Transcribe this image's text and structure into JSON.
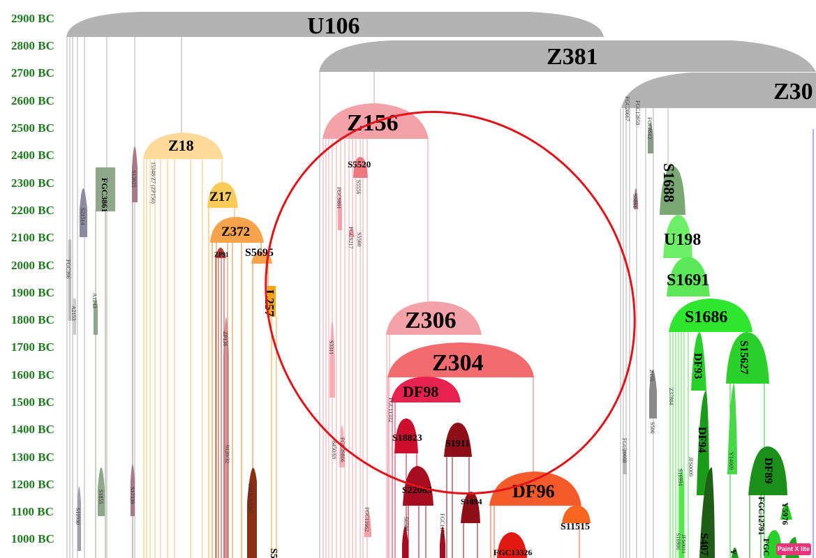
{
  "axis": {
    "labels": [
      "2900 BC",
      "2800 BC",
      "2700 BC",
      "2600 BC",
      "2500 BC",
      "2400 BC",
      "2300 BC",
      "2200 BC",
      "2100 BC",
      "2000 BC",
      "1900 BC",
      "1800 BC",
      "1700 BC",
      "1600 BC",
      "1500 BC",
      "1400 BC",
      "1300 BC",
      "1200 BC",
      "1100 BC",
      "1000 BC"
    ],
    "color": "#1e7a1e"
  },
  "big_labels": {
    "u106": "U106",
    "z381": "Z381",
    "z30": "Z30",
    "z156": "Z156",
    "z18": "Z18",
    "z17": "Z17",
    "z372": "Z372",
    "s5695": "S5695",
    "l257": "L257",
    "z306": "Z306",
    "z304": "Z304",
    "df98": "DF98",
    "df96": "DF96",
    "s1688": "S1688",
    "u198": "U198",
    "s1691": "S1691",
    "s1686": "S1686",
    "df93": "DF93",
    "s15627": "S15627",
    "df94": "DF94",
    "df89": "DF89"
  },
  "small_labels": {
    "s5520": "S5520",
    "s18823": "S18823",
    "s1911": "S1911",
    "s22069": "S22069",
    "s1894": "S1894",
    "s11515": "S11515",
    "fgc13326": "FGC13326",
    "zp91": "ZP91"
  },
  "vertical_labels": {
    "fgc396": "FGC396",
    "a2153": "A2153",
    "s21514": "S21514",
    "fgc3861": "FGC3861",
    "a1243": "A1243",
    "s1855": "S1855",
    "s11930": "S11930",
    "s12025": "S12025",
    "s17339": "S17339",
    "z7_grp": "15348/Z7 (ZP156)",
    "zp136": "ZP136",
    "ft_a": "9120/32",
    "s4031": "S4031/S3207",
    "fgc9801": "FGC9801",
    "fgc9217": "FGC9217",
    "s5556": "S5556",
    "s5560": "S5560",
    "s3311": "S3311",
    "fgc8450": "8450/69",
    "fgc39806": "FGC39806",
    "fgc11662": "FGC11662",
    "fgc11332": "FGC11332",
    "s6589": "S6589",
    "fgc11748": "FGC11748",
    "fgc20667": "FGC20667",
    "fgc13959": "FGC13959",
    "fgc8512": "FGC8512",
    "s9891": "S9891",
    "z155": "Z155",
    "s500": "S500",
    "fgc20668": "FGC20668",
    "z37884": "Z37884",
    "jfs0009": "JFS0009",
    "s16994": "S16994",
    "y14069": "Y14069",
    "fgc12791": "FGC12791",
    "y5976": "Y5976",
    "jfs0011": "JFS0011",
    "s16906": "S16906",
    "s407": "S407",
    "y": "Y",
    "fgc": "FGC",
    "s5": "S5"
  },
  "colors": {
    "gray": "#b3b3b3",
    "pink": "#f4a1a8",
    "red_light": "#f26b6f",
    "crimson": "#e8224f",
    "dark_red": "#8e0f17",
    "orange_red": "#f45a2a",
    "yellow": "#fdd99a",
    "orange": "#f6a34c",
    "green_light": "#52e84c",
    "green_mid": "#2ad12a",
    "green_dark": "#1a8f1a",
    "sage": "#8fa88a",
    "highlight": "#e0141a"
  },
  "badge": "Paint X lite"
}
